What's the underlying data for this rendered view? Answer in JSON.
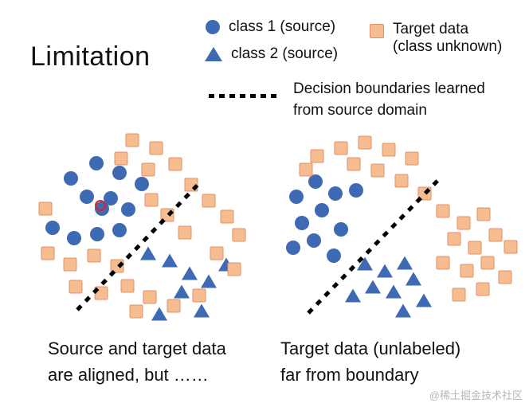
{
  "title": "Limitation",
  "legend": {
    "class1_label": "class 1 (source)",
    "class2_label": "class 2 (source)",
    "target_label_line1": "Target data",
    "target_label_line2": "(class unknown)",
    "boundary_label": "Decision boundaries learned from source domain"
  },
  "captions": {
    "left_line1": "Source and target data",
    "left_line2": "are aligned, but ……",
    "right_line1": "Target data (unlabeled)",
    "right_line2": "far from boundary"
  },
  "watermark": "@稀土掘金技术社区",
  "colors": {
    "class_blue": "#3e6ab3",
    "target_fill": "#f6bd90",
    "target_border": "#e2906a",
    "boundary": "#000000",
    "highlight_red": "#e02020"
  },
  "chart_data": [
    {
      "type": "scatter",
      "name": "left-cluster",
      "description": "Source and target data aligned around decision boundary",
      "series": [
        {
          "name": "class1_source",
          "marker": "circle",
          "color": "#3e6ab3",
          "points": [
            [
              89,
              224
            ],
            [
              121,
              205
            ],
            [
              150,
              217
            ],
            [
              109,
              247
            ],
            [
              139,
              249
            ],
            [
              178,
              231
            ],
            [
              128,
              262
            ],
            [
              161,
              263
            ],
            [
              66,
              286
            ],
            [
              93,
              299
            ],
            [
              122,
              294
            ],
            [
              150,
              289
            ]
          ]
        },
        {
          "name": "class2_source",
          "marker": "triangle",
          "color": "#3e6ab3",
          "points": [
            [
              186,
              318
            ],
            [
              213,
              327
            ],
            [
              238,
              343
            ],
            [
              262,
              353
            ],
            [
              228,
              366
            ],
            [
              200,
              394
            ],
            [
              253,
              390
            ],
            [
              284,
              332
            ]
          ]
        },
        {
          "name": "target_unknown",
          "marker": "square",
          "color": "#f6bd90",
          "points": [
            [
              166,
              176
            ],
            [
              196,
              186
            ],
            [
              220,
              206
            ],
            [
              152,
              199
            ],
            [
              186,
              213
            ],
            [
              240,
              232
            ],
            [
              262,
              252
            ],
            [
              285,
              272
            ],
            [
              300,
              295
            ],
            [
              190,
              251
            ],
            [
              210,
              270
            ],
            [
              232,
              292
            ],
            [
              57,
              262
            ],
            [
              60,
              318
            ],
            [
              88,
              332
            ],
            [
              118,
              321
            ],
            [
              147,
              334
            ],
            [
              95,
              360
            ],
            [
              127,
              368
            ],
            [
              160,
              359
            ],
            [
              188,
              373
            ],
            [
              218,
              384
            ],
            [
              250,
              371
            ],
            [
              171,
              391
            ],
            [
              272,
              318
            ],
            [
              294,
              338
            ]
          ]
        }
      ],
      "boundary": [
        [
          97,
          389
        ],
        [
          253,
          227
        ]
      ],
      "highlight": [
        126,
        258
      ]
    },
    {
      "type": "scatter",
      "name": "right-cluster",
      "description": "Target data unlabeled, far from boundary",
      "series": [
        {
          "name": "class1_source",
          "marker": "circle",
          "color": "#3e6ab3",
          "points": [
            [
              372,
              247
            ],
            [
              396,
              228
            ],
            [
              421,
              243
            ],
            [
              447,
              239
            ],
            [
              379,
              280
            ],
            [
              404,
              264
            ],
            [
              428,
              288
            ],
            [
              368,
              311
            ],
            [
              394,
              302
            ],
            [
              419,
              321
            ]
          ]
        },
        {
          "name": "class2_source",
          "marker": "triangle",
          "color": "#3e6ab3",
          "points": [
            [
              458,
              331
            ],
            [
              483,
              340
            ],
            [
              508,
              330
            ],
            [
              468,
              360
            ],
            [
              494,
              366
            ],
            [
              519,
              350
            ],
            [
              443,
              371
            ],
            [
              506,
              390
            ],
            [
              532,
              377
            ]
          ]
        },
        {
          "name": "target_unknown",
          "marker": "square",
          "color": "#f6bd90",
          "points": [
            [
              384,
              213
            ],
            [
              398,
              196
            ],
            [
              428,
              186
            ],
            [
              458,
              179
            ],
            [
              488,
              188
            ],
            [
              517,
              199
            ],
            [
              444,
              206
            ],
            [
              474,
              214
            ],
            [
              504,
              227
            ],
            [
              533,
              243
            ],
            [
              556,
              265
            ],
            [
              582,
              280
            ],
            [
              607,
              269
            ],
            [
              570,
              300
            ],
            [
              596,
              311
            ],
            [
              622,
              295
            ],
            [
              556,
              330
            ],
            [
              586,
              340
            ],
            [
              612,
              330
            ],
            [
              641,
              310
            ],
            [
              576,
              370
            ],
            [
              606,
              363
            ],
            [
              634,
              348
            ]
          ]
        }
      ],
      "boundary": [
        [
          387,
          393
        ],
        [
          554,
          222
        ]
      ]
    }
  ]
}
